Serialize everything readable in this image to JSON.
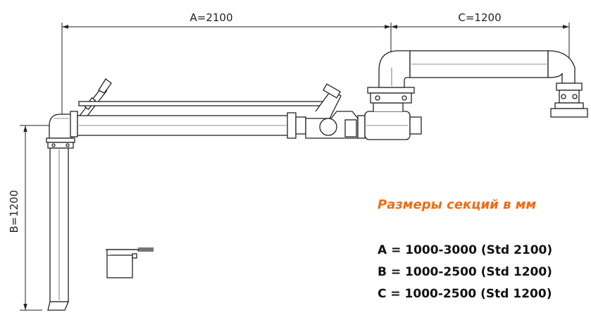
{
  "dimensions": {
    "a_label": "A=2100",
    "b_label": "B=1200",
    "c_label": "C=1200"
  },
  "legend": {
    "heading": "Размеры секций в мм",
    "heading_color": "#f26b10",
    "specs": [
      "A = 1000-3000 (Std 2100)",
      "B = 1000-2500 (Std 1200)",
      "C = 1000-2500 (Std 1200)"
    ]
  }
}
